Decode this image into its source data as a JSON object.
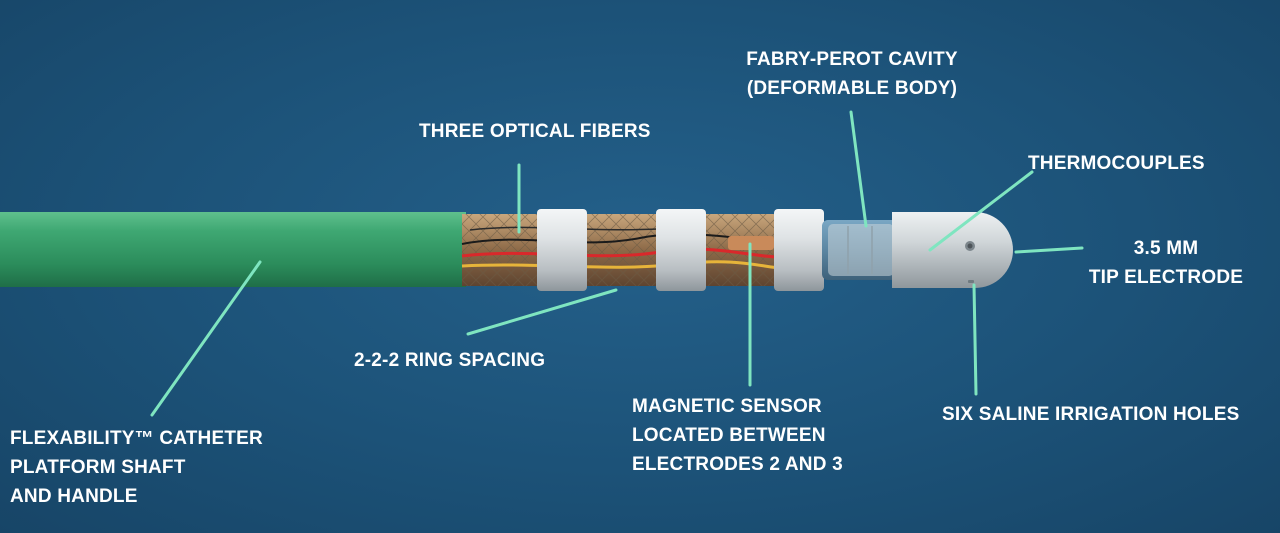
{
  "colors": {
    "background": "#1c5278",
    "leader": "#7fe5c0",
    "shaft": "#2e9a64",
    "text": "#ffffff"
  },
  "labels": {
    "fabry_perot": [
      "FABRY-PEROT CAVITY",
      "(DEFORMABLE BODY)"
    ],
    "optical_fibers": [
      "THREE OPTICAL FIBERS"
    ],
    "thermocouples": [
      "THERMOCOUPLES"
    ],
    "tip_electrode": [
      "3.5 MM",
      "TIP ELECTRODE"
    ],
    "ring_spacing": [
      "2-2-2 RING SPACING"
    ],
    "magnetic_sensor": [
      "MAGNETIC SENSOR",
      "LOCATED BETWEEN",
      "ELECTRODES 2 AND 3"
    ],
    "irrigation_holes": [
      "SIX SALINE IRRIGATION HOLES"
    ],
    "shaft": [
      "FLEXABILITY™ CATHETER",
      "PLATFORM SHAFT",
      "AND HANDLE"
    ]
  }
}
